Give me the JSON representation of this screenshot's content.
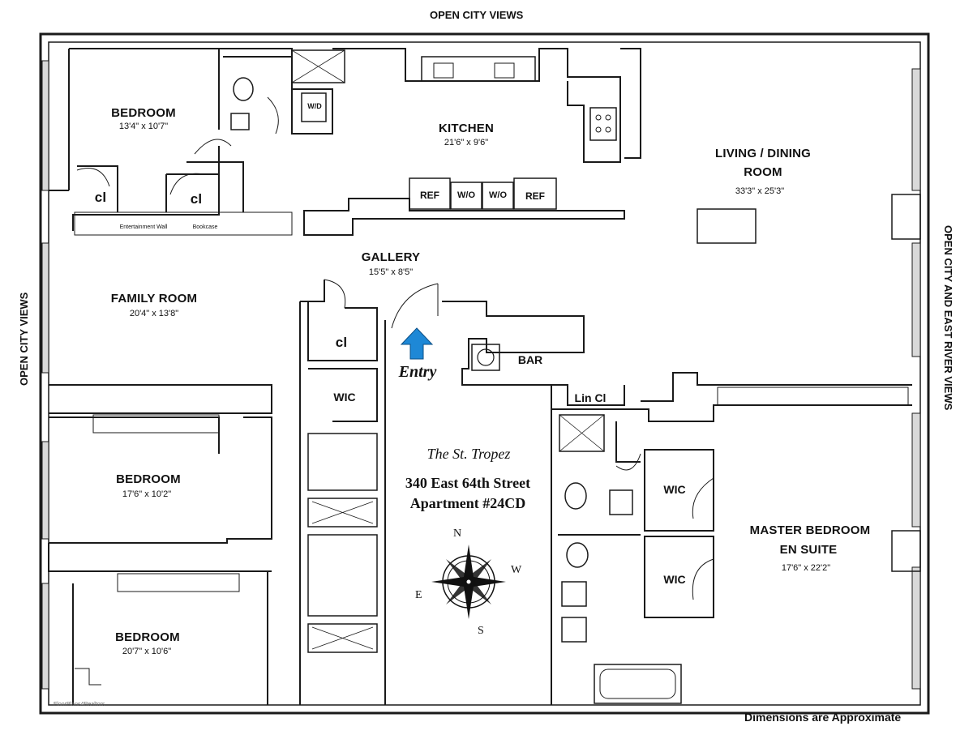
{
  "views": {
    "top": "OPEN CITY VIEWS",
    "left": "OPEN CITY VIEWS",
    "right": "OPEN CITY AND EAST RIVER VIEWS"
  },
  "rooms": {
    "bedroom_nw": {
      "name": "BEDROOM",
      "dim": "13'4\" x 10'7\""
    },
    "kitchen": {
      "name": "KITCHEN",
      "dim": "21'6\" x 9'6\""
    },
    "living": {
      "name1": "LIVING / DINING",
      "name2": "ROOM",
      "dim": "33'3\" x 25'3\""
    },
    "gallery": {
      "name": "GALLERY",
      "dim": "15'5\" x 8'5\""
    },
    "family": {
      "name": "FAMILY ROOM",
      "dim": "20'4\" x 13'8\""
    },
    "bedroom_w": {
      "name": "BEDROOM",
      "dim": "17'6\" x 10'2\""
    },
    "bedroom_sw": {
      "name": "BEDROOM",
      "dim": "20'7\" x 10'6\""
    },
    "master": {
      "name1": "MASTER BEDROOM",
      "name2": "EN SUITE",
      "dim": "17'6\" x 22'2\""
    }
  },
  "fixtures": {
    "cl1": "cl",
    "cl2": "cl",
    "cl3": "cl",
    "wd": "W/D",
    "ref1": "REF",
    "wo1": "W/O",
    "wo2": "W/O",
    "ref2": "REF",
    "entertainment_wall": "Entertainment Wall",
    "bookcase": "Bookcase",
    "bar": "BAR",
    "lin_cl": "Lin Cl",
    "wic1": "WIC",
    "wic2": "WIC",
    "wic3": "WIC"
  },
  "entry": "Entry",
  "building": {
    "name": "The St. Tropez",
    "street": "340 East 64th Street",
    "apartment": "Apartment #24CD"
  },
  "compass": {
    "n": "N",
    "s": "S",
    "e": "E",
    "w": "W"
  },
  "note": "Dimensions are Approximate",
  "credit": "FloorPlans4Realtors",
  "colors": {
    "wall": "#1a1a1a",
    "arrow": "#1e88d6",
    "window": "#d9d9d9"
  }
}
